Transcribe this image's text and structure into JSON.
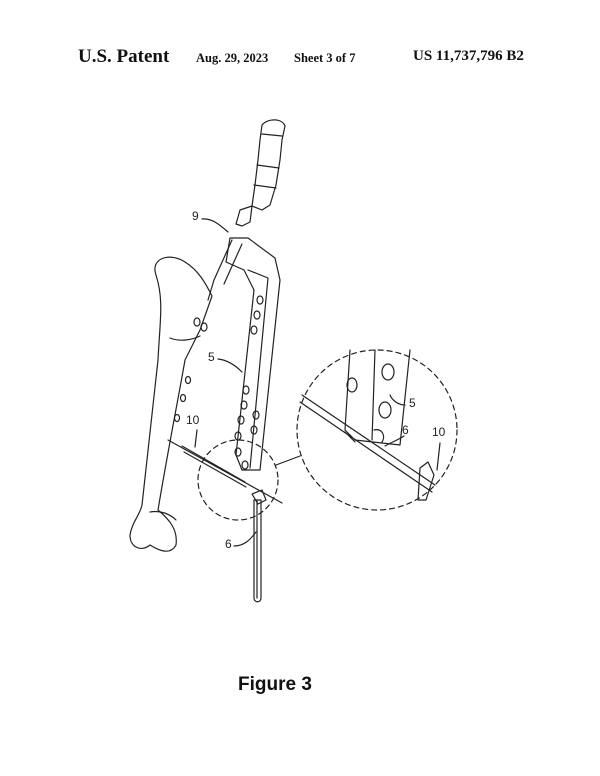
{
  "header": {
    "office": "U.S. Patent",
    "date": "Aug. 29, 2023",
    "sheet": "Sheet 3 of 7",
    "patent_number": "US 11,737,796 B2"
  },
  "figure": {
    "caption": "Figure 3",
    "reference_labels": {
      "insertion_handle": "9",
      "aiming_arm": "5",
      "guide_wire": "10",
      "rod": "6",
      "detail_arm": "5",
      "detail_rod": "6",
      "detail_wire": "10"
    }
  }
}
